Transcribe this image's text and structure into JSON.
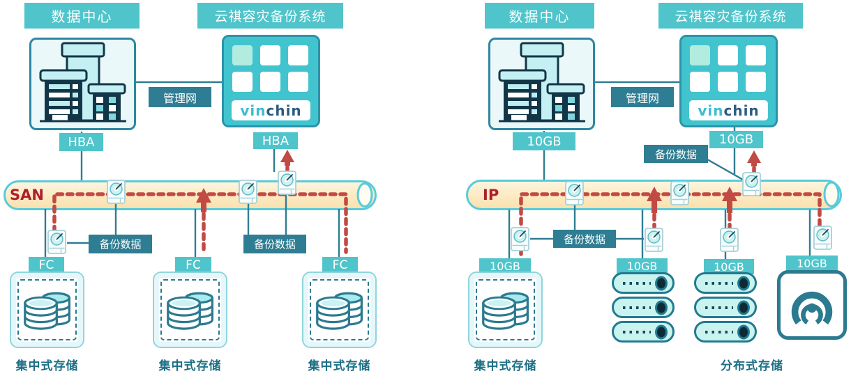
{
  "left_diagram": {
    "datacenter_title": "数据中心",
    "backup_system_title": "云祺容灾备份系统",
    "management_network_label": "管理网",
    "host_adapter_label": "HBA",
    "server_adapter_label": "HBA",
    "bus_label": "SAN",
    "backup_data_label_1": "备份数据",
    "backup_data_label_2": "备份数据",
    "storage_port_labels": [
      "FC",
      "FC",
      "FC"
    ],
    "storage_captions": [
      "集中式存储",
      "集中式存储",
      "集中式存储"
    ]
  },
  "right_diagram": {
    "datacenter_title": "数据中心",
    "backup_system_title": "云祺容灾备份系统",
    "management_network_label": "管理网",
    "host_adapter_label": "10GB",
    "server_adapter_label": "10GB",
    "backup_data_label_top": "备份数据",
    "backup_data_label_mid": "备份数据",
    "bus_label": "IP",
    "storage_port_labels": [
      "10GB",
      "10GB",
      "10GB",
      "10GB"
    ],
    "central_storage_caption": "集中式存储",
    "distributed_storage_caption": "分布式存储"
  },
  "logo": {
    "part_teal": "vin",
    "part_dark": "chin"
  },
  "icons": [
    "building-icon",
    "vinchin-appliance-icon",
    "disk-backup-icon",
    "database-storage-icon",
    "server-node-icon",
    "ceph-distributed-storage-icon",
    "pipe-opening",
    "flow-arrow-up"
  ],
  "colors": {
    "label_teal": "#4FC5CB",
    "label_dark_teal": "#2E7D92",
    "pipe_fill": "#FCEAC2",
    "pipe_border": "#58CBDA",
    "bus_text_red": "#AF1E2D",
    "flow_red": "#C14B44",
    "line_teal": "#2E7D92",
    "caption_teal": "#1B6E84",
    "vinchin_card_teal": "#41C4CE"
  }
}
